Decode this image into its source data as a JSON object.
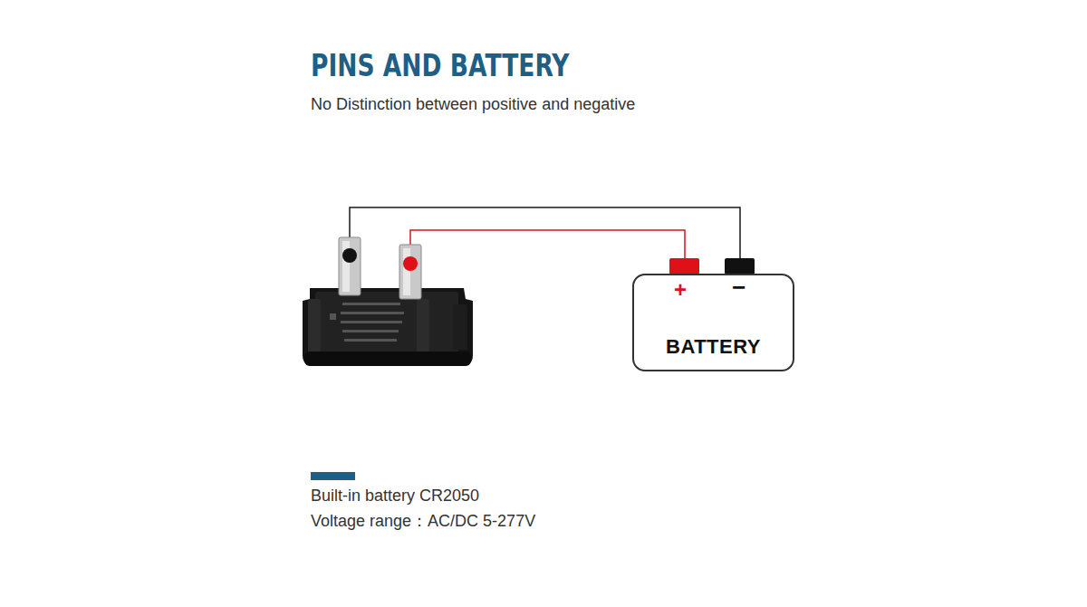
{
  "diagram": {
    "title": "PINS AND BATTERY",
    "nodes": [
      {
        "text": [
          "BATTERY"
        ]
      }
    ],
    "labels": [
      "No Distinction between positive and negative",
      "+",
      "−",
      "Built-in battery CR2050",
      "Voltage range：AC/DC 5-277V"
    ]
  }
}
